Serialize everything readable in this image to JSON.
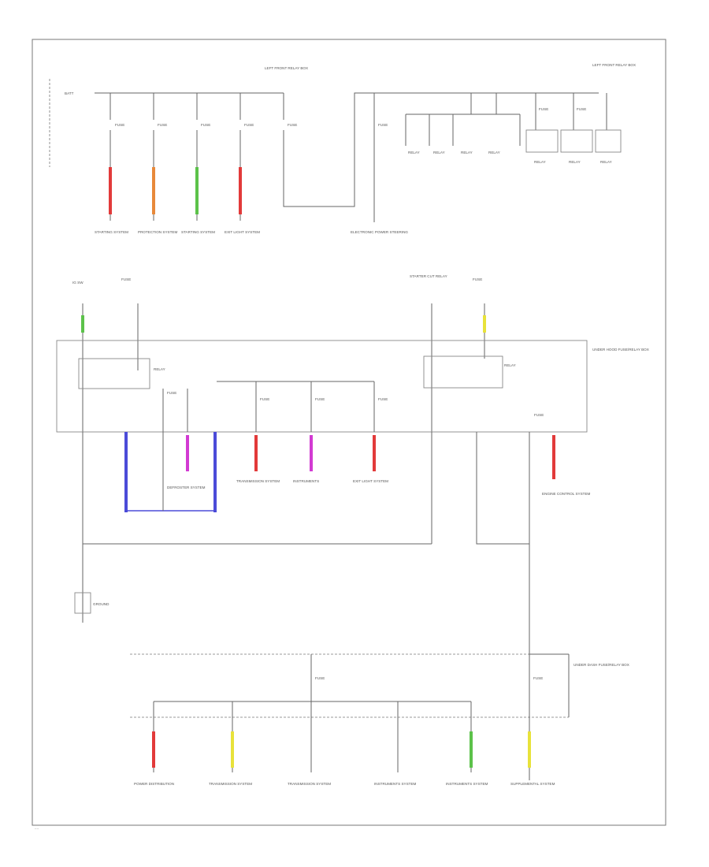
{
  "page": {
    "code": "...."
  },
  "fuse_boxes": {
    "relay_box_1": "LEFT FRONT RELAY BOX",
    "relay_box_2": "LEFT FRONT RELAY BOX",
    "underhood_box": "UNDER HOOD FUSE/RELAY BOX",
    "under_dash_box": "UNDER DASH FUSE/RELAY BOX"
  },
  "top_left_labels": [
    "BATT",
    "FUSE",
    "FUSE",
    "FUSE",
    "FUSE",
    "FUSE"
  ],
  "top_right_labels": [
    "FUSE",
    "FUSE",
    "FUSE"
  ],
  "top_bottom_systems": [
    "STARTING SYSTEM",
    "PROTECTION SYSTEM",
    "STARTING SYSTEM",
    "EXIT LIGHT SYSTEM",
    "ELECTRONIC POWER STEERING"
  ],
  "relays_top": [
    "RELAY",
    "RELAY",
    "RELAY",
    "RELAY",
    "RELAY",
    "RELAY",
    "RELAY"
  ],
  "middle_top_labels": [
    "IG SW",
    "FUSE",
    "STARTER CUT RELAY",
    "FUSE"
  ],
  "middle_relays": [
    "RELAY",
    "RELAY"
  ],
  "middle_fuses": [
    "FUSE",
    "FUSE",
    "FUSE",
    "FUSE",
    "FUSE"
  ],
  "middle_systems": [
    "DEFROSTER SYSTEM",
    "TRANSMISSION SYSTEM",
    "INSTRUMENTS",
    "EXIT LIGHT SYSTEM",
    "ENGINE CONTROL SYSTEM"
  ],
  "ground_label": "GROUND",
  "bottom_fuses": [
    "FUSE",
    "FUSE"
  ],
  "bottom_systems": [
    "POWER DISTRIBUTION",
    "TRANSMISSION SYSTEM",
    "TRANSMISSION SYSTEM",
    "INSTRUMENTS SYSTEM",
    "INSTRUMENTS SYSTEM",
    "SUPPLEMENTAL SYSTEM"
  ],
  "colors": {
    "red": "#e23a3a",
    "orange": "#e8893a",
    "green": "#5cc24a",
    "blue": "#4b4bd8",
    "magenta": "#d23ad2",
    "yellow": "#e8e23a"
  }
}
